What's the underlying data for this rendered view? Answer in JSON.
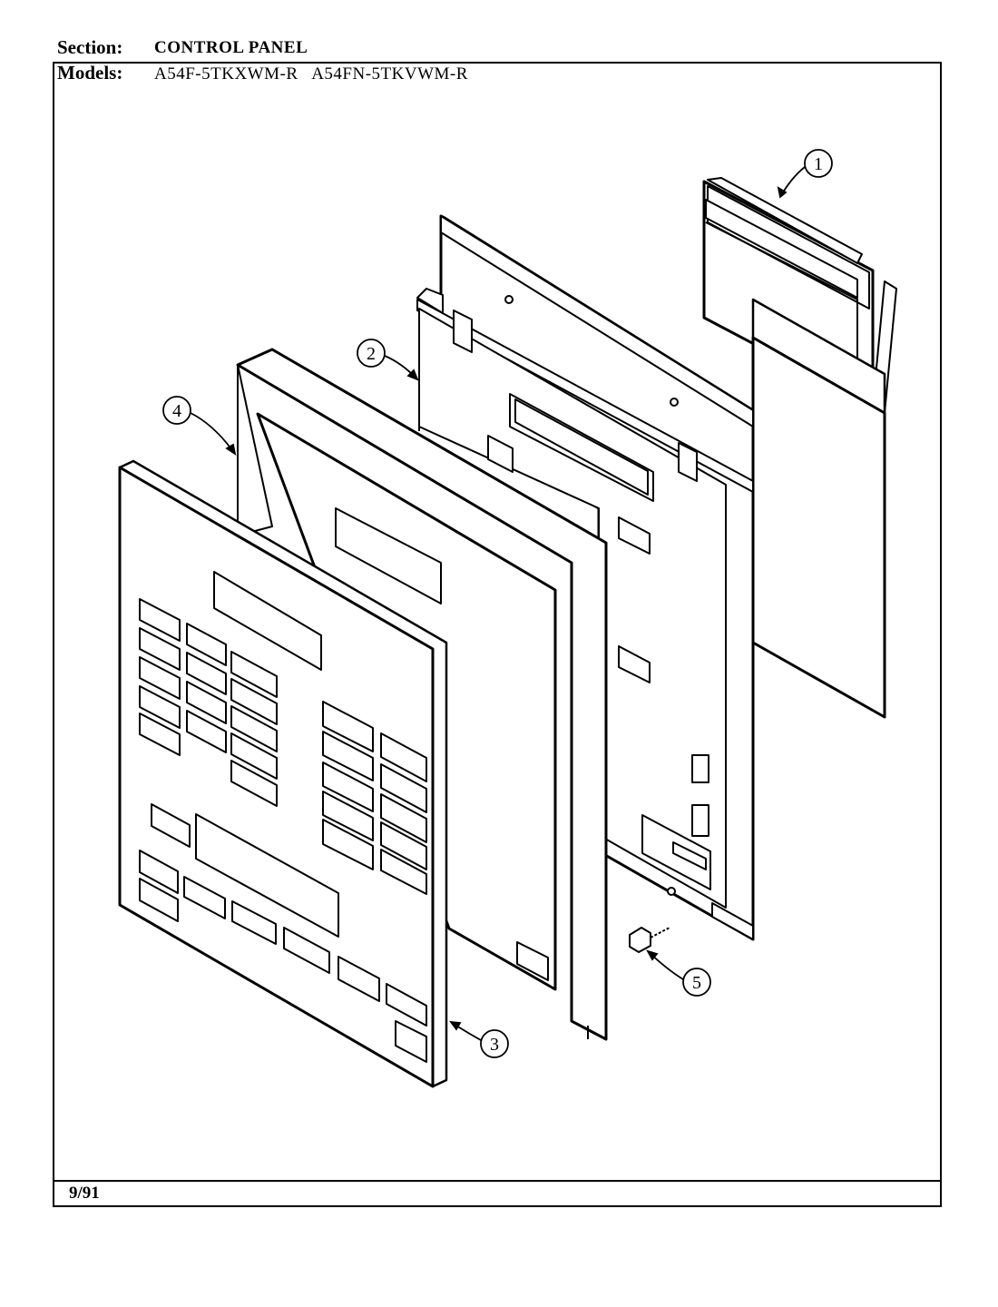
{
  "header": {
    "section_label": "Section:",
    "section_value": "CONTROL PANEL",
    "models_label": "Models:",
    "models_value": "A54F-5TKXWM-R   A54FN-5TKVWM-R"
  },
  "footer": {
    "date": "9/91"
  },
  "callouts": [
    "1",
    "2",
    "3",
    "4",
    "5"
  ]
}
